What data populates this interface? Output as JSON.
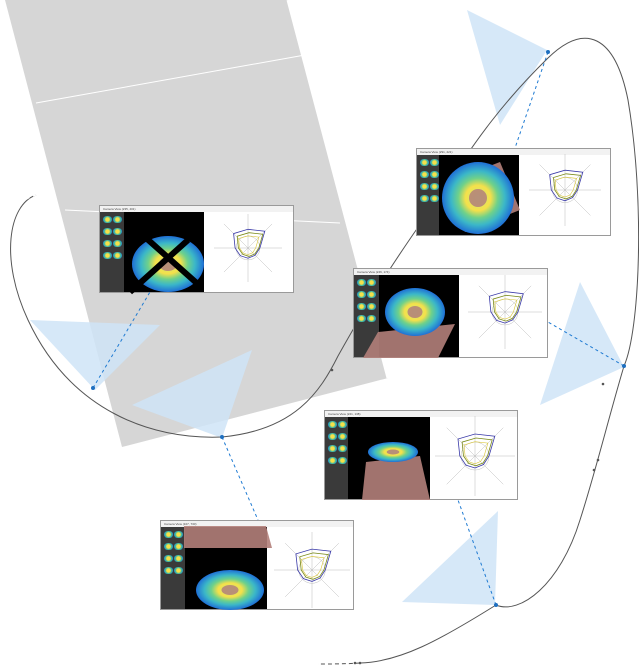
{
  "figure": {
    "colors": {
      "cone": "#cfe4f7",
      "plane": "#d6d6d6",
      "curve": "#555555",
      "dash": "#1e7ad2",
      "dot": "#1e6fc0",
      "heat_hot": "#f6e04a",
      "heat_cold": "#1f6fd6",
      "floor": "#b37f7a",
      "radar_outer": "#3a3aa8",
      "radar_inner": "#7a8a1a"
    },
    "windows": [
      {
        "id": "win-1",
        "title": "Camera View (235, 401)",
        "floor": false
      },
      {
        "id": "win-2",
        "title": "Camera View (291, 221)",
        "floor": true
      },
      {
        "id": "win-3",
        "title": "Camera View (246, 174)",
        "floor": true
      },
      {
        "id": "win-4",
        "title": "Camera View (221, 138)",
        "floor": true
      },
      {
        "id": "win-5",
        "title": "Camera View (107, 730)",
        "floor": true
      }
    ]
  }
}
